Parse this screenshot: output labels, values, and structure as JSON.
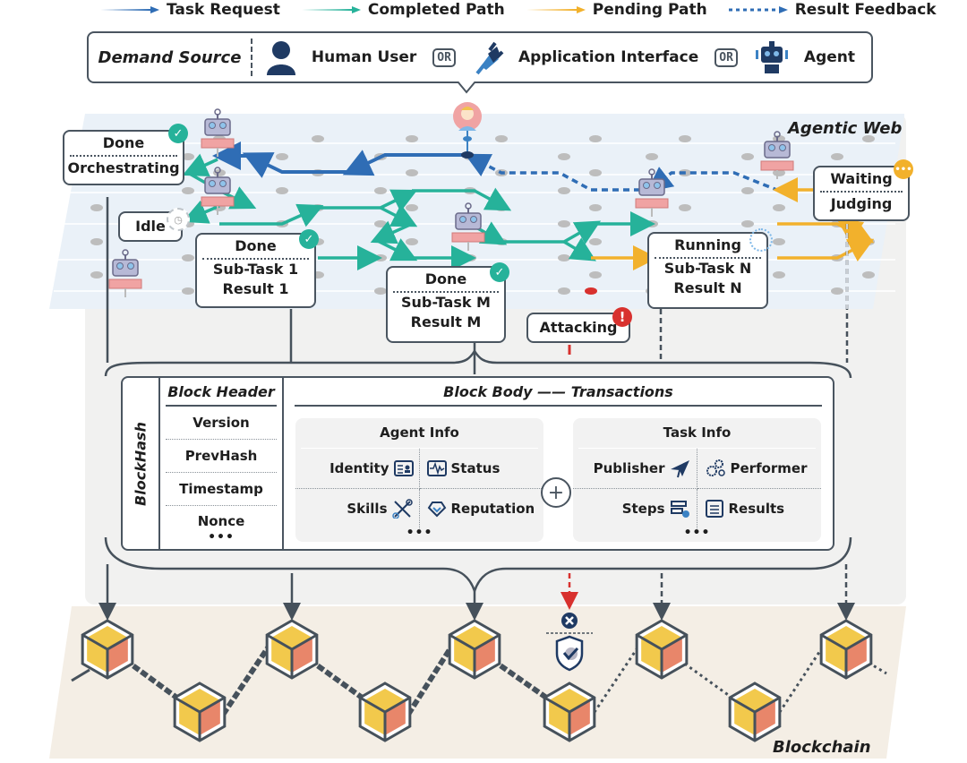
{
  "legend": {
    "items": [
      {
        "label": "Task Request",
        "color": "#2f6db5",
        "style": "solid"
      },
      {
        "label": "Completed Path",
        "color": "#26b29a",
        "style": "solid"
      },
      {
        "label": "Pending Path",
        "color": "#f2b12c",
        "style": "solid"
      },
      {
        "label": "Result Feedback",
        "color": "#2f6db5",
        "style": "dashed"
      }
    ]
  },
  "demand_source": {
    "title": "Demand Source",
    "or_label": "OR",
    "items": [
      {
        "label": "Human User",
        "icon": "person-icon"
      },
      {
        "label": "Application Interface",
        "icon": "plug-icon"
      },
      {
        "label": "Agent",
        "icon": "robot-icon"
      }
    ]
  },
  "agentic_web": {
    "title": "Agentic Web",
    "bubbles": {
      "orchestrator": {
        "status": "Done",
        "detail": "Orchestrating",
        "badge": "check"
      },
      "idle": {
        "status": "Idle",
        "badge": "clock"
      },
      "sub1": {
        "status": "Done",
        "line1": "Sub-Task 1",
        "line2": "Result 1",
        "badge": "check"
      },
      "subm": {
        "status": "Done",
        "line1": "Sub-Task M",
        "line2": "Result M",
        "badge": "check"
      },
      "attacking": {
        "status": "Attacking",
        "badge": "!"
      },
      "subn": {
        "status": "Running",
        "line1": "Sub-Task N",
        "line2": "Result N",
        "badge": "spinner"
      },
      "judge": {
        "status": "Waiting",
        "detail": "Judging",
        "badge": "..."
      }
    }
  },
  "block": {
    "hash_label": "BlockHash",
    "header": {
      "title": "Block Header",
      "fields": [
        "Version",
        "PrevHash",
        "Timestamp",
        "Nonce"
      ],
      "more": "•••"
    },
    "body": {
      "title": "Block Body —— Transactions",
      "agent_info": {
        "title": "Agent Info",
        "fields": [
          "Identity",
          "Status",
          "Skills",
          "Reputation"
        ],
        "more": "•••"
      },
      "task_info": {
        "title": "Task Info",
        "fields": [
          "Publisher",
          "Performer",
          "Steps",
          "Results"
        ],
        "more": "•••"
      },
      "join_symbol": "+"
    }
  },
  "blockchain": {
    "title": "Blockchain",
    "colors": {
      "cube_top": "#f2c94c",
      "cube_side": "#e8866a",
      "outline": "#46515b"
    }
  }
}
